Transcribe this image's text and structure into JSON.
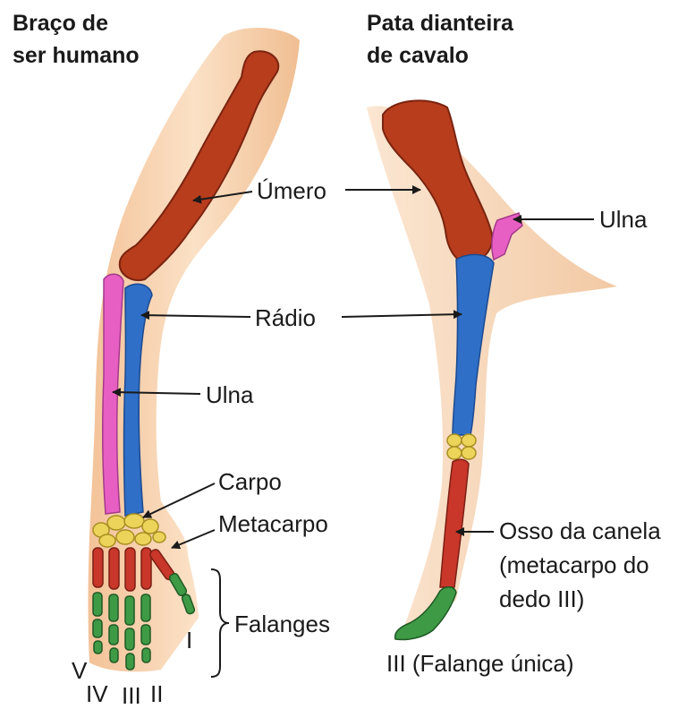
{
  "titles": {
    "human_line1": "Braço de",
    "human_line2": "ser humano",
    "horse_line1": "Pata dianteira",
    "horse_line2": "de cavalo"
  },
  "labels": {
    "umero": "Úmero",
    "radio": "Rádio",
    "ulna_human": "Ulna",
    "ulna_horse": "Ulna",
    "carpo": "Carpo",
    "metacarpo": "Metacarpo",
    "falanges": "Falanges",
    "osso_canela_1": "Osso da canela",
    "osso_canela_2": "(metacarpo do",
    "osso_canela_3": "dedo III)",
    "falange_unica": "III (Falange única)"
  },
  "digits": {
    "I": "I",
    "II": "II",
    "III": "III",
    "IV": "IV",
    "V": "V"
  },
  "colors": {
    "skin": "#f6cfa6",
    "humerus": "#b83d1d",
    "radius": "#2f6fc7",
    "ulna": "#e85fc4",
    "carpals": "#ecd35a",
    "metacarpals": "#c8372a",
    "phalanges": "#3f9a46"
  }
}
